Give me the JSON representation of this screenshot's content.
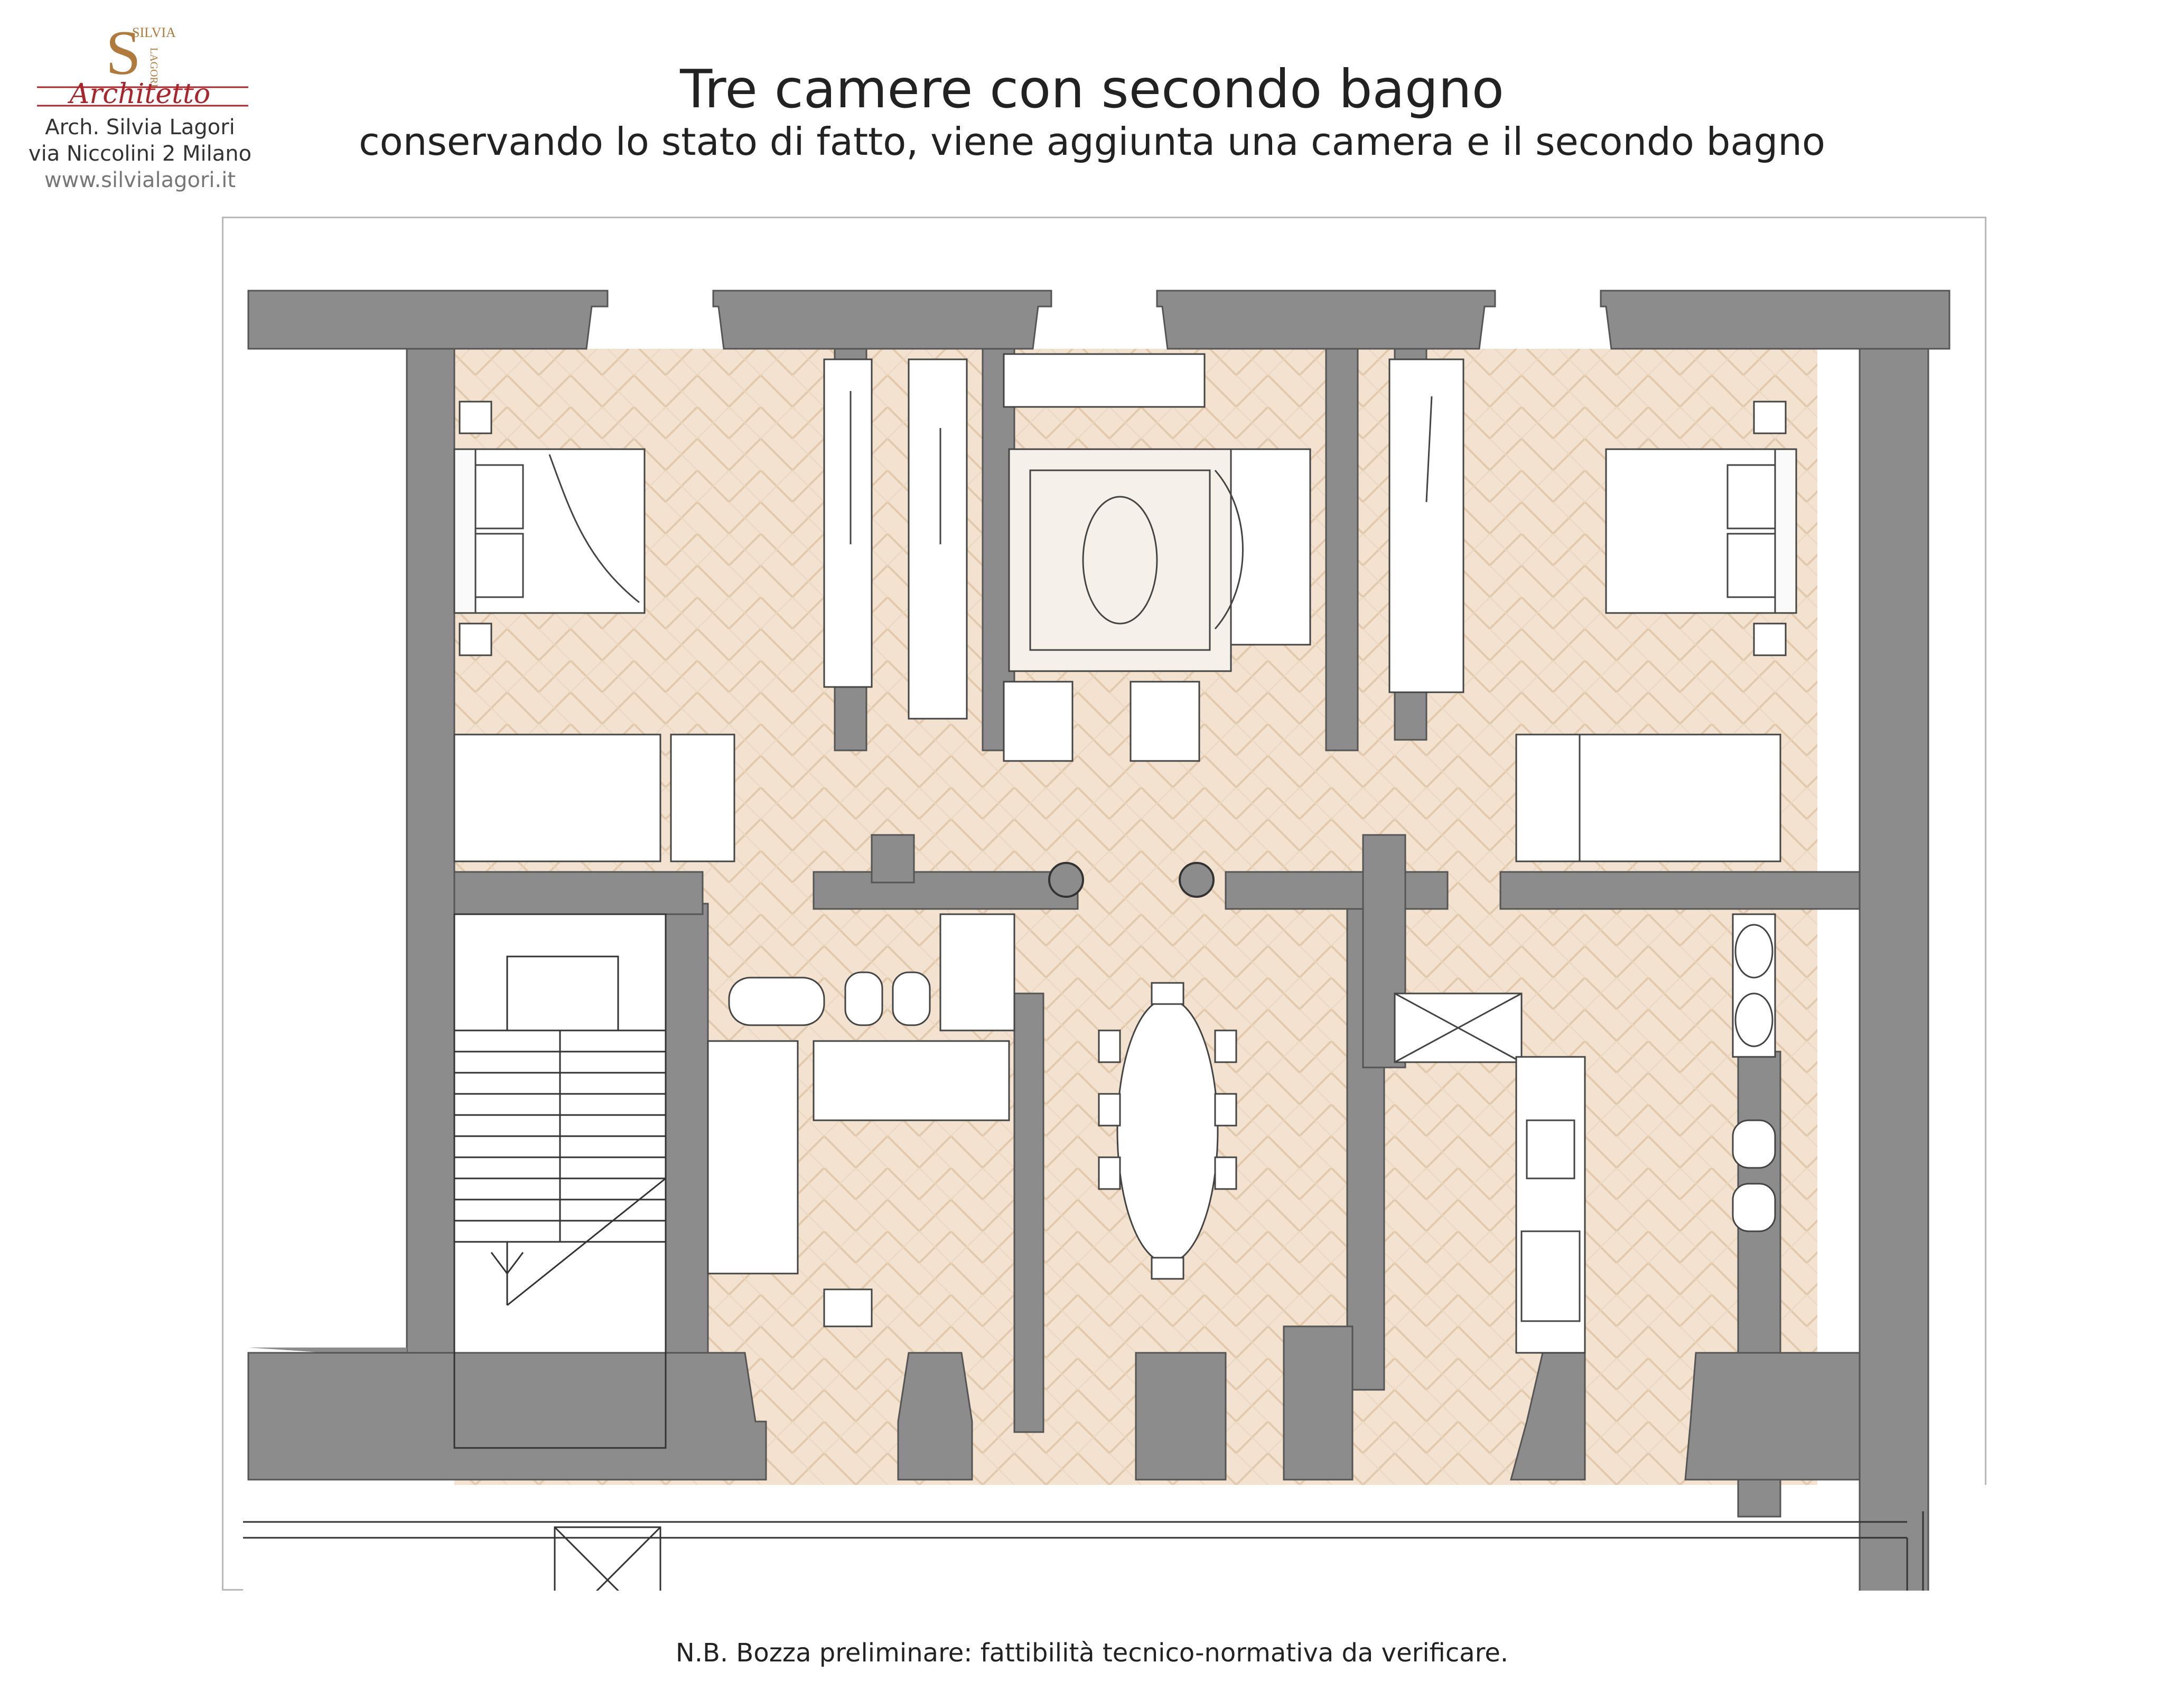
{
  "logo": {
    "signature": "Architetto",
    "initial": "S",
    "monogram_top": "SILVIA",
    "monogram_side": "LAGORI",
    "accent_color": "#a8252b"
  },
  "studio": {
    "name": "Arch. Silvia Lagori",
    "address": "via Niccolini 2 Milano",
    "website": "www.silvialagori.it"
  },
  "header": {
    "title": "Tre camere con secondo bagno",
    "subtitle": "conservando lo stato di fatto, viene aggiunta una camera e il secondo bagno"
  },
  "footer": {
    "note": "N.B. Bozza preliminare: fattibilità tecnico-normativa da verificare."
  },
  "colors": {
    "wall": "#8c8c8d",
    "parquet": "#f3e2cf",
    "furniture_line": "#444444"
  }
}
